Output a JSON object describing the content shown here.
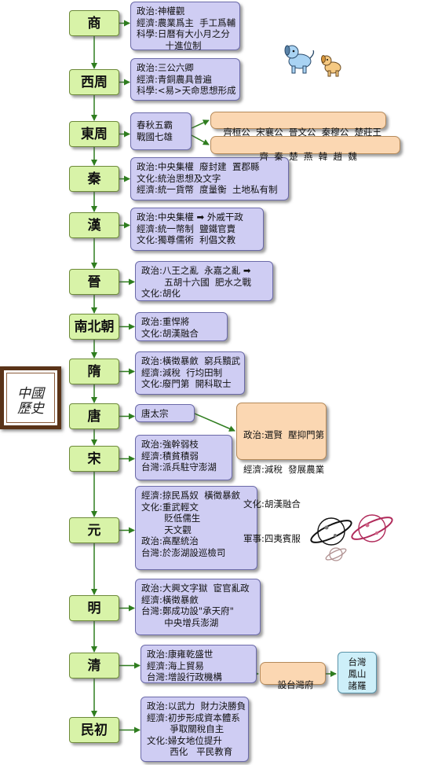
{
  "title_card": {
    "line1": "中國",
    "line2": "歷史"
  },
  "colors": {
    "era_fill": "#d8f3a8",
    "note_fill": "#cfcdf3",
    "orange_fill": "#fbd7b2",
    "blue_fill": "#cdeff9",
    "arrow_green": "#2f7d1f"
  },
  "eras": [
    {
      "name": "商",
      "lines": [
        "政治:神權觀",
        "經濟:農業爲主  手工爲輔",
        "科學:日曆有大小月之分",
        "          十進位制"
      ]
    },
    {
      "name": "西周",
      "lines": [
        "政治:三公六卿",
        "經濟:青銅農具普遍",
        "科學:<易>天命思想形成"
      ]
    },
    {
      "name": "東周",
      "lines": [
        "春秋五霸",
        "戰國七雄"
      ]
    },
    {
      "name": "秦",
      "lines": [
        "政治:中央集權  廢封建  置郡縣",
        "文化:統治思想及文字",
        "經濟:統一貨幣  度量衡  土地私有制"
      ]
    },
    {
      "name": "漢",
      "lines": [
        "政治:中央集權 ➡ 外戚干政",
        "經濟:統一幣制  鹽鐵官賣",
        "文化:獨尊儒術  利倡文教"
      ]
    },
    {
      "name": "晉",
      "lines": [
        "政治:八王之亂  永嘉之亂 ➡",
        "        五胡十六國  肥水之戰",
        "文化:胡化"
      ]
    },
    {
      "name": "南北朝",
      "lines": [
        "政治:重悍將",
        "文化:胡漢融合"
      ]
    },
    {
      "name": "隋",
      "lines": [
        "政治:橫徵暴斂  窮兵黷武",
        "經濟:減稅  行均田制",
        "文化:廢門第  開科取士"
      ]
    },
    {
      "name": "唐",
      "lines": [
        "唐太宗"
      ]
    },
    {
      "name": "宋",
      "lines": [
        "政治:強幹弱枝",
        "經濟:積貧積弱",
        "台灣:派兵駐守澎湖"
      ]
    },
    {
      "name": "元",
      "lines": [
        "經濟:掠民爲奴  橫徵暴斂",
        "文化:重武輕文",
        "        貶低儒生",
        "        天文觀",
        "政治:高壓統治",
        "台灣:於澎湖設巡檢司"
      ]
    },
    {
      "name": "明",
      "lines": [
        "政治:大興文字獄  宦官亂政",
        "經濟:橫徵暴斂",
        "台灣:鄭成功設\"承天府\"",
        "        中央增兵澎湖"
      ]
    },
    {
      "name": "清",
      "lines": [
        "政治:康雍乾盛世",
        "經濟:海上貿易",
        "台灣:增設行政機構"
      ]
    },
    {
      "name": "民初",
      "lines": [
        "政治:以武力  財力決勝負",
        "經濟:初步形成資本體系",
        "        爭取關稅自主",
        "文化:婦女地位提升",
        "        西化   平民教育"
      ]
    }
  ],
  "dongzhou_branches": [
    "齊桓公  宋襄公  晉文公  秦穆公  楚莊王",
    "齊  秦  楚  燕  韓  趙  魏"
  ],
  "tang_detail": [
    "政治:選賢  壓抑門第",
    "經濟:減稅  發展農業",
    "文化:胡漢融合",
    "軍事:四夷賓服"
  ],
  "qing_extra": {
    "orange": "設台灣府",
    "blue": [
      "台灣",
      "鳳山",
      "諸羅"
    ]
  }
}
